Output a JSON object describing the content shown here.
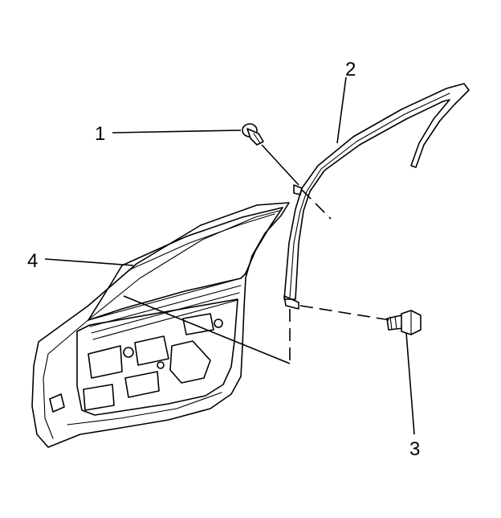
{
  "callouts": {
    "c1": "1",
    "c2": "2",
    "c3": "3",
    "c4": "4"
  },
  "parts": {
    "c1": "push-pin-clip",
    "c2": "door-window-frame-molding",
    "c3": "bolt",
    "c4": "front-door"
  },
  "colors": {
    "line": "#000000",
    "background": "#ffffff"
  }
}
